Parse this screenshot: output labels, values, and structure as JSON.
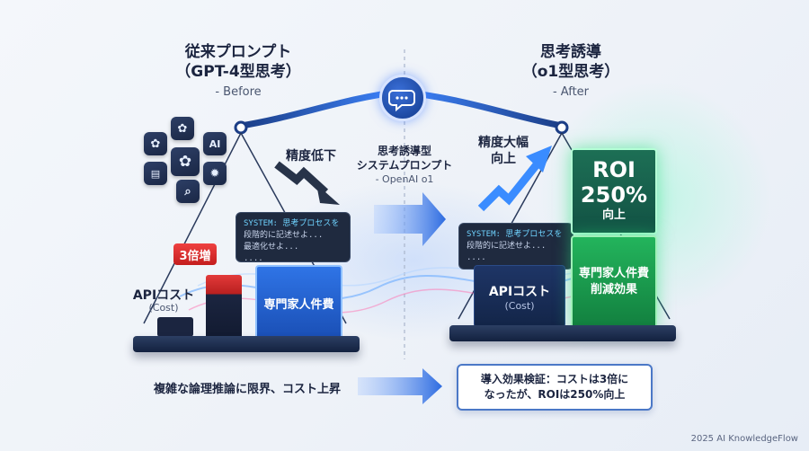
{
  "left": {
    "title_line1": "従来プロンプト",
    "title_line2": "（GPT-4型思考）",
    "subtitle": "- Before",
    "accuracy_label": "精度低下",
    "multiplier_badge": "3倍増",
    "api_cost_label": "APIコスト",
    "api_cost_sub": "(Cost)",
    "expert_cost_label": "専門家人件費",
    "bottom_caption": "複雑な論理推論に限界、コスト上昇",
    "app_icons": [
      "openai-icon",
      "openai-icon",
      "ai-icon",
      "document-icon",
      "openai-icon",
      "settings-icon",
      "search-icon"
    ],
    "ai_icon_text": "AI"
  },
  "center": {
    "label_line1": "思考誘導型",
    "label_line2": "システムプロンプト",
    "label_line3": "- OpenAI o1"
  },
  "system_card": {
    "line1": "SYSTEM: 思考プロセスを",
    "line2": "段階的に記述せよ...",
    "line3": "   最適化せよ...",
    "line4": "...."
  },
  "system_card_right": {
    "line1": "SYSTEM: 思考プロセスを",
    "line2": "段階的に記述せよ...",
    "line3": "...."
  },
  "right": {
    "title_line1": "思考誘導",
    "title_line2": "（o1型思考）",
    "subtitle": "- After",
    "accuracy_label_line1": "精度大幅",
    "accuracy_label_line2": "向上",
    "roi_line1": "ROI",
    "roi_line2": "250%",
    "roi_line3": "向上",
    "expert_reduce_line1": "専門家人件費",
    "expert_reduce_line2": "削減効果",
    "api_cost_label": "APIコスト",
    "api_cost_sub": "(Cost)",
    "callout_line1": "導入効果検証：コストは3倍に",
    "callout_line2": "なったが、ROIは250%向上"
  },
  "footer": "2025 AI KnowledgeFlow",
  "colors": {
    "accent_blue": "#2f74e6",
    "accent_green": "#23b45c",
    "accent_red": "#e23b3b",
    "navy": "#1c2540"
  }
}
